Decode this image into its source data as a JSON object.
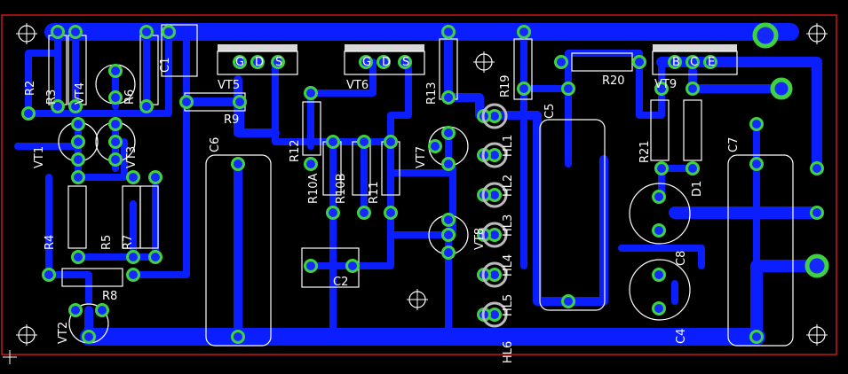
{
  "board": {
    "trace_color": "#0a1eff",
    "outline_color": "#ff1a1a",
    "silk_color": "#ffffff",
    "pad_color": "#3fd23f",
    "drill_color": "#1428ff"
  },
  "labels": {
    "R2": "R2",
    "R3": "R3",
    "VT4": "VT4",
    "R6": "R6",
    "C1": "C1",
    "VT5": "VT5",
    "R9": "R9",
    "VT1": "VT1",
    "VT3": "VT3",
    "C6": "C6",
    "R4": "R4",
    "R5": "R5",
    "R7": "R7",
    "R8": "R8",
    "VT2": "VT2",
    "VT6": "VT6",
    "R12": "R12",
    "R10A": "R10A",
    "R10B": "R10B",
    "R11": "R11",
    "C2": "C2",
    "R13": "R13",
    "VT7": "VT7",
    "VT8": "VT8",
    "R19": "R19",
    "C5": "C5",
    "R20": "R20",
    "VT9": "VT9",
    "R21": "R21",
    "D1": "D1",
    "C7": "C7",
    "C8": "C8",
    "C4": "C4",
    "HL1": "HL1",
    "HL2": "HL2",
    "HL3": "HL3",
    "HL4": "HL4",
    "HL5": "HL5",
    "HL6": "HL6"
  },
  "pin_letters": {
    "vt5": [
      "G",
      "D",
      "S"
    ],
    "vt6": [
      "G",
      "D",
      "S"
    ],
    "vt9": [
      "B",
      "C",
      "E"
    ]
  }
}
